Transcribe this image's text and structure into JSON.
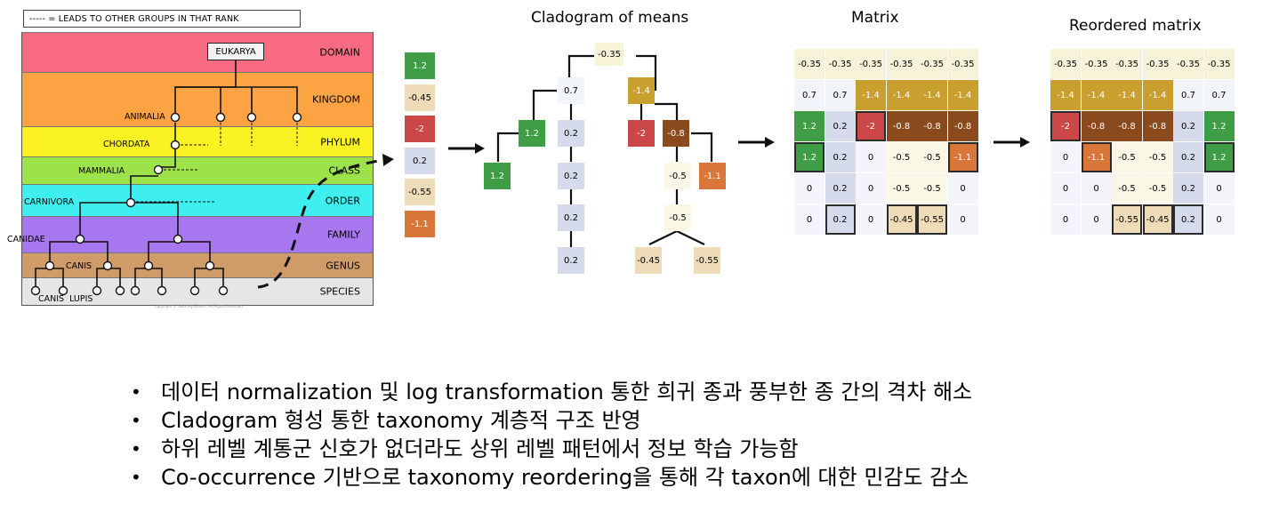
{
  "taxonomy": {
    "legend": "----- = LEADS TO OTHER GROUPS IN THAT RANK",
    "root": "EUKARYA",
    "ranks": [
      {
        "name": "DOMAIN",
        "color": "#f86a82"
      },
      {
        "name": "KINGDOM",
        "color": "#fca443"
      },
      {
        "name": "PHYLUM",
        "color": "#fbf224"
      },
      {
        "name": "CLASS",
        "color": "#9ee24a"
      },
      {
        "name": "ORDER",
        "color": "#3fefef"
      },
      {
        "name": "FAMILY",
        "color": "#a777f0"
      },
      {
        "name": "GENUS",
        "color": "#cf9b69"
      },
      {
        "name": "SPECIES",
        "color": "#e6e6e6"
      }
    ],
    "labels": {
      "animalia": "ANIMALIA",
      "chordata": "CHORDATA",
      "mammalia": "MAMMALIA",
      "carnivora": "CARNIVORA",
      "canidae": "CANIDAE",
      "canis": "CANIS",
      "canis_lupis": "CANIS  LUPIS"
    },
    "copyright": "Copyright © Save My Exams. All Rights Reserved"
  },
  "value_column": [
    {
      "text": "1.2",
      "bg": "#3f9e45",
      "fg": "#ffffff"
    },
    {
      "text": "-0.45",
      "bg": "#eddcb7",
      "fg": "#000000"
    },
    {
      "text": "-2",
      "bg": "#cc4848",
      "fg": "#ffffff"
    },
    {
      "text": "0.2",
      "bg": "#d5dbea",
      "fg": "#000000"
    },
    {
      "text": "-0.55",
      "bg": "#eddcb7",
      "fg": "#000000"
    },
    {
      "text": "-1.1",
      "bg": "#d9773a",
      "fg": "#ffffff"
    }
  ],
  "cladogram": {
    "title": "Cladogram of means",
    "nodes": [
      {
        "id": "root",
        "text": "-0.35",
        "bg": "#f7f3d8",
        "fg": "#000"
      },
      {
        "id": "a",
        "text": "0.7",
        "bg": "#f1f4f9",
        "fg": "#000"
      },
      {
        "id": "b",
        "text": "-1.4",
        "bg": "#c9a030",
        "fg": "#fff"
      },
      {
        "id": "c",
        "text": "1.2",
        "bg": "#3f9e45",
        "fg": "#fff"
      },
      {
        "id": "d",
        "text": "0.2",
        "bg": "#d5dbea",
        "fg": "#000"
      },
      {
        "id": "e",
        "text": "-2",
        "bg": "#cc4848",
        "fg": "#fff"
      },
      {
        "id": "f",
        "text": "-0.8",
        "bg": "#8b4a1d",
        "fg": "#fff"
      },
      {
        "id": "g",
        "text": "1.2",
        "bg": "#3f9e45",
        "fg": "#fff"
      },
      {
        "id": "h",
        "text": "0.2",
        "bg": "#d5dbea",
        "fg": "#000"
      },
      {
        "id": "i",
        "text": "-0.5",
        "bg": "#faf7e6",
        "fg": "#000"
      },
      {
        "id": "j",
        "text": "-1.1",
        "bg": "#d9773a",
        "fg": "#fff"
      },
      {
        "id": "k",
        "text": "0.2",
        "bg": "#d5dbea",
        "fg": "#000"
      },
      {
        "id": "l",
        "text": "-0.5",
        "bg": "#faf7e6",
        "fg": "#000"
      },
      {
        "id": "m",
        "text": "0.2",
        "bg": "#d5dbea",
        "fg": "#000"
      },
      {
        "id": "n",
        "text": "-0.45",
        "bg": "#eddcb7",
        "fg": "#000"
      },
      {
        "id": "o",
        "text": "-0.55",
        "bg": "#eddcb7",
        "fg": "#000"
      }
    ]
  },
  "matrix": {
    "title": "Matrix",
    "rows": [
      [
        [
          "-0.35",
          "#f7f3d8",
          "#000",
          0
        ],
        [
          "-0.35",
          "#f7f3d8",
          "#000",
          0
        ],
        [
          "-0.35",
          "#f7f3d8",
          "#000",
          0
        ],
        [
          "-0.35",
          "#f7f3d8",
          "#000",
          0
        ],
        [
          "-0.35",
          "#f7f3d8",
          "#000",
          0
        ],
        [
          "-0.35",
          "#f7f3d8",
          "#000",
          0
        ]
      ],
      [
        [
          "0.7",
          "#f1f4f9",
          "#000",
          0
        ],
        [
          "0.7",
          "#f1f4f9",
          "#000",
          0
        ],
        [
          "-1.4",
          "#c9a030",
          "#fff",
          0
        ],
        [
          "-1.4",
          "#c9a030",
          "#fff",
          0
        ],
        [
          "-1.4",
          "#c9a030",
          "#fff",
          0
        ],
        [
          "-1.4",
          "#c9a030",
          "#fff",
          0
        ]
      ],
      [
        [
          "1.2",
          "#3f9e45",
          "#fff",
          0
        ],
        [
          "0.2",
          "#d5dbea",
          "#000",
          0
        ],
        [
          "-2",
          "#cc4848",
          "#fff",
          1
        ],
        [
          "-0.8",
          "#8b4a1d",
          "#fff",
          0
        ],
        [
          "-0.8",
          "#8b4a1d",
          "#fff",
          0
        ],
        [
          "-0.8",
          "#8b4a1d",
          "#fff",
          0
        ]
      ],
      [
        [
          "1.2",
          "#3f9e45",
          "#fff",
          1
        ],
        [
          "0.2",
          "#d5dbea",
          "#000",
          0
        ],
        [
          "0",
          "#f3f5fa",
          "#000",
          0
        ],
        [
          "-0.5",
          "#faf7e6",
          "#000",
          0
        ],
        [
          "-0.5",
          "#faf7e6",
          "#000",
          0
        ],
        [
          "-1.1",
          "#d9773a",
          "#fff",
          1
        ]
      ],
      [
        [
          "0",
          "#f3f5fa",
          "#000",
          0
        ],
        [
          "0.2",
          "#d5dbea",
          "#000",
          0
        ],
        [
          "0",
          "#f3f5fa",
          "#000",
          0
        ],
        [
          "-0.5",
          "#faf7e6",
          "#000",
          0
        ],
        [
          "-0.5",
          "#faf7e6",
          "#000",
          0
        ],
        [
          "0",
          "#f3f5fa",
          "#000",
          0
        ]
      ],
      [
        [
          "0",
          "#f3f5fa",
          "#000",
          0
        ],
        [
          "0.2",
          "#d5dbea",
          "#000",
          1
        ],
        [
          "0",
          "#f3f5fa",
          "#000",
          0
        ],
        [
          "-0.45",
          "#eddcb7",
          "#000",
          1
        ],
        [
          "-0.55",
          "#eddcb7",
          "#000",
          1
        ],
        [
          "0",
          "#f3f5fa",
          "#000",
          0
        ]
      ]
    ]
  },
  "reordered": {
    "title": "Reordered matrix",
    "rows": [
      [
        [
          "-0.35",
          "#f7f3d8",
          "#000",
          0
        ],
        [
          "-0.35",
          "#f7f3d8",
          "#000",
          0
        ],
        [
          "-0.35",
          "#f7f3d8",
          "#000",
          0
        ],
        [
          "-0.35",
          "#f7f3d8",
          "#000",
          0
        ],
        [
          "-0.35",
          "#f7f3d8",
          "#000",
          0
        ],
        [
          "-0.35",
          "#f7f3d8",
          "#000",
          0
        ]
      ],
      [
        [
          "-1.4",
          "#c9a030",
          "#fff",
          0
        ],
        [
          "-1.4",
          "#c9a030",
          "#fff",
          0
        ],
        [
          "-1.4",
          "#c9a030",
          "#fff",
          0
        ],
        [
          "-1.4",
          "#c9a030",
          "#fff",
          0
        ],
        [
          "0.7",
          "#f1f4f9",
          "#000",
          0
        ],
        [
          "0.7",
          "#f1f4f9",
          "#000",
          0
        ]
      ],
      [
        [
          "-2",
          "#cc4848",
          "#fff",
          1
        ],
        [
          "-0.8",
          "#8b4a1d",
          "#fff",
          0
        ],
        [
          "-0.8",
          "#8b4a1d",
          "#fff",
          0
        ],
        [
          "-0.8",
          "#8b4a1d",
          "#fff",
          0
        ],
        [
          "0.2",
          "#d5dbea",
          "#000",
          0
        ],
        [
          "1.2",
          "#3f9e45",
          "#fff",
          0
        ]
      ],
      [
        [
          "0",
          "#f3f5fa",
          "#000",
          0
        ],
        [
          "-1.1",
          "#d9773a",
          "#fff",
          1
        ],
        [
          "-0.5",
          "#faf7e6",
          "#000",
          0
        ],
        [
          "-0.5",
          "#faf7e6",
          "#000",
          0
        ],
        [
          "0.2",
          "#d5dbea",
          "#000",
          0
        ],
        [
          "1.2",
          "#3f9e45",
          "#fff",
          1
        ]
      ],
      [
        [
          "0",
          "#f3f5fa",
          "#000",
          0
        ],
        [
          "0",
          "#f3f5fa",
          "#000",
          0
        ],
        [
          "-0.5",
          "#faf7e6",
          "#000",
          0
        ],
        [
          "-0.5",
          "#faf7e6",
          "#000",
          0
        ],
        [
          "0.2",
          "#d5dbea",
          "#000",
          0
        ],
        [
          "0",
          "#f3f5fa",
          "#000",
          0
        ]
      ],
      [
        [
          "0",
          "#f3f5fa",
          "#000",
          0
        ],
        [
          "0",
          "#f3f5fa",
          "#000",
          0
        ],
        [
          "-0.55",
          "#eddcb7",
          "#000",
          1
        ],
        [
          "-0.45",
          "#eddcb7",
          "#000",
          1
        ],
        [
          "0.2",
          "#d5dbea",
          "#000",
          1
        ],
        [
          "0",
          "#f3f5fa",
          "#000",
          0
        ]
      ]
    ]
  },
  "bullets": [
    "데이터 normalization 및 log transformation 통한 희귀 종과 풍부한 종 간의 격차 해소",
    "Cladogram 형성 통한 taxonomy 계층적 구조 반영",
    "하위 레벨 계통군 신호가 없더라도 상위 레벨 패턴에서 정보 학습 가능함",
    "Co-occurrence 기반으로 taxonomy reordering을 통해 각 taxon에 대한 민감도 감소"
  ]
}
